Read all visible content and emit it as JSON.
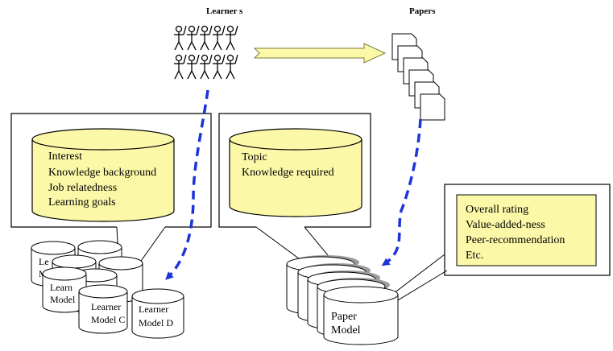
{
  "header": {
    "learners_label": "Learner s",
    "papers_label": "Papers"
  },
  "learner_profile": {
    "items": [
      "Interest",
      "Knowledge background",
      "Job relatedness",
      "Learning goals"
    ]
  },
  "paper_profile": {
    "items": [
      "Topic",
      "Knowledge required"
    ]
  },
  "paper_ratings": {
    "items": [
      "Overall rating",
      "Value-added-ness",
      "Peer-recommendation",
      "Etc."
    ]
  },
  "learner_models": {
    "fragments": [
      "Le",
      "M",
      "Le",
      "M",
      "Le",
      "Mo",
      "Le",
      "N",
      "Learn",
      "Model",
      "Le",
      "M"
    ],
    "model_c_label": [
      "Learner",
      "Model C"
    ],
    "model_d_label": [
      "Learner",
      "Model D"
    ]
  },
  "paper_model": {
    "label": [
      "Paper",
      "Model"
    ]
  },
  "colors": {
    "cylinder_fill": "#fbf8a8",
    "note_fill": "#fbf8a8",
    "arrow_dash": "#1d34d8",
    "big_arrow_fill": "#fbf8a8",
    "outline": "#000000"
  }
}
